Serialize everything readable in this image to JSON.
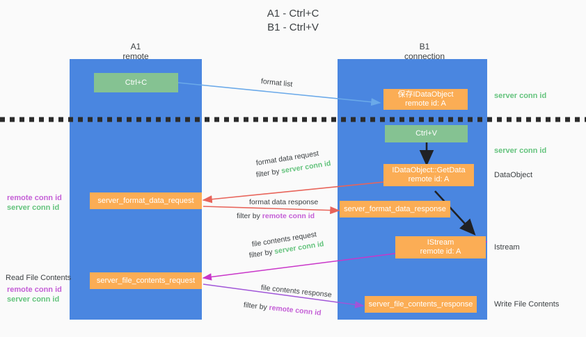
{
  "title": {
    "line1": "A1 - Ctrl+C",
    "line2": "B1 - Ctrl+V"
  },
  "columns": {
    "left": {
      "name": "A1",
      "role": "remote"
    },
    "right": {
      "name": "B1",
      "role": "connection"
    }
  },
  "colors": {
    "lane": "#4a86e0",
    "green_box": "#85c292",
    "orange_box": "#fbad55",
    "server_conn": "#64c37d",
    "remote_conn": "#c45fd6",
    "blue_arrow": "#6aa9e9",
    "red_arrow": "#e8645a",
    "magenta_arrow": "#c936c9",
    "purple_arrow": "#a055d8",
    "black_arrow": "#202124",
    "background": "#fafafa",
    "text": "#3c4043"
  },
  "nodes": {
    "ctrl_c": "Ctrl+C",
    "ctrl_v": "Ctrl+V",
    "save_dataobject": {
      "line1": "保存IDataObject",
      "line2": "remote id: A"
    },
    "getdata": {
      "line1": "IDataObject::GetData",
      "line2": "remote id: A"
    },
    "istream": {
      "line1": "IStream",
      "line2": "remote id: A"
    },
    "server_format_data_request": "server_format_data_request",
    "server_format_data_response": "server_format_data_response",
    "server_file_contents_request": "server_file_contents_request",
    "server_file_contents_response": "server_file_contents_response"
  },
  "side_labels": {
    "server_conn_id_top": "server conn id",
    "server_conn_id_mid": "server conn id",
    "dataobject": "DataObject",
    "istream": "Istream",
    "write_file_contents": "Write File Contents",
    "read_file_contents": "Read File Contents"
  },
  "left_labels": {
    "format_remote": "remote conn id",
    "format_server": "server conn id",
    "file_remote": "remote conn id",
    "file_server": "server conn id"
  },
  "arrow_labels": {
    "format_list": "format list",
    "format_data_request": "format data request",
    "format_data_request_filter_prefix": "filter by ",
    "format_data_request_filter_key": "server conn id",
    "format_data_response": "format data response",
    "format_data_response_filter_prefix": "filter by ",
    "format_data_response_filter_key": "remote conn id",
    "file_contents_request": "file contents request",
    "file_contents_request_filter_prefix": "filter by ",
    "file_contents_request_filter_key": "server conn id",
    "file_contents_response": "file contents response",
    "file_contents_response_filter_prefix": "filter by ",
    "file_contents_response_filter_key": "remote conn id"
  }
}
